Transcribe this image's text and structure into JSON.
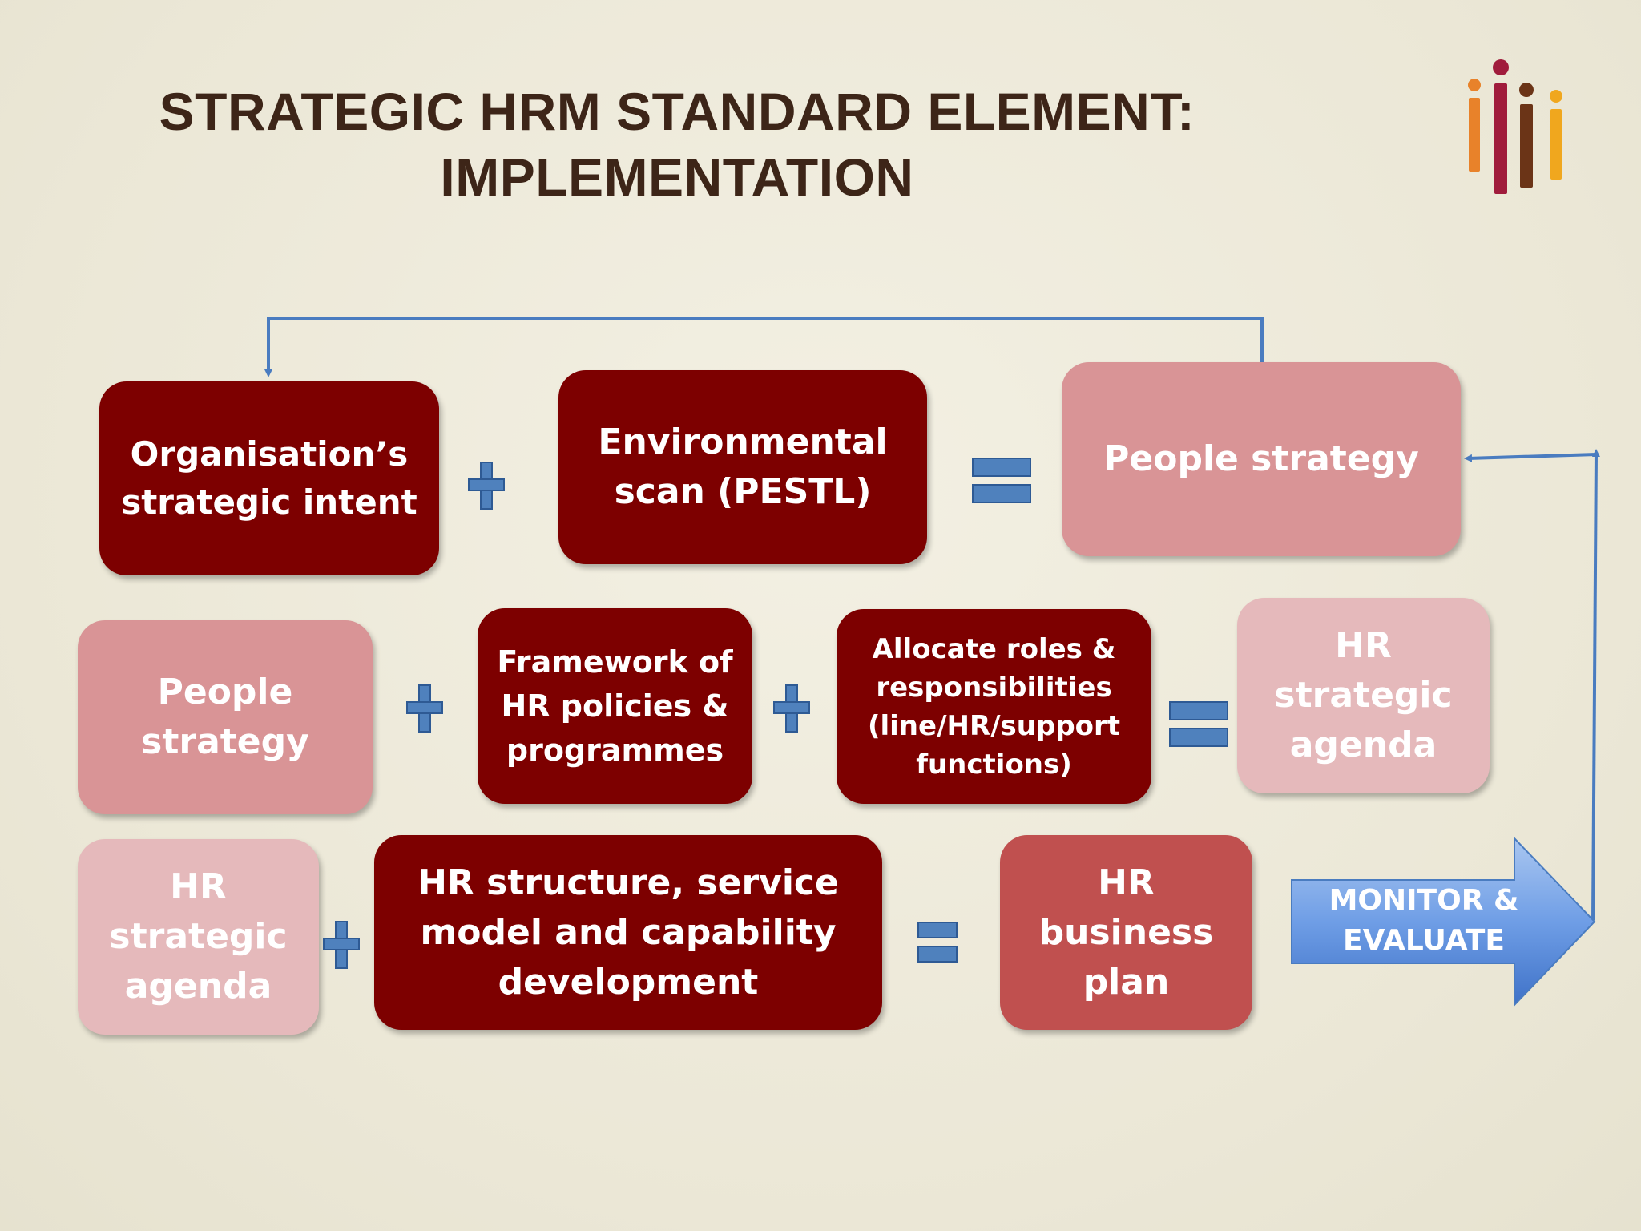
{
  "title": {
    "line1": "STRATEGIC HRM STANDARD ELEMENT:",
    "line2": "IMPLEMENTATION"
  },
  "logo": {
    "icon": "iiii-people-logo-icon",
    "colors": [
      "#e8822a",
      "#a01c3c",
      "#6b3417",
      "#f0a71e"
    ]
  },
  "rows": [
    {
      "boxes": [
        {
          "text": "Organisation’s\nstrategic intent"
        },
        {
          "text": "Environmental\nscan (PESTL)"
        },
        {
          "text": "People strategy"
        }
      ]
    },
    {
      "boxes": [
        {
          "text": "People\nstrategy"
        },
        {
          "text": "Framework of\nHR policies &\nprogrammes"
        },
        {
          "text": "Allocate roles &\nresponsibilities\n(line/HR/support\nfunctions)"
        },
        {
          "text": "HR\nstrategic\nagenda"
        }
      ]
    },
    {
      "boxes": [
        {
          "text": "HR\nstrategic\nagenda"
        },
        {
          "text": "HR structure, service\nmodel and capability\ndevelopment"
        },
        {
          "text": "HR\nbusiness\nplan"
        }
      ]
    }
  ],
  "monitor_arrow": {
    "label": "MONITOR &\nEVALUATE",
    "icon": "right-arrow-icon"
  },
  "operators": {
    "plus": "plus-icon",
    "equals": "equals-icon"
  },
  "colors": {
    "dark_red": "#7d0000",
    "pink": "#d99496",
    "light_pink": "#e5b9bb",
    "mid_red": "#c0504f",
    "operator_blue": "#4f81bd",
    "connector_blue": "#4a7cc0",
    "title": "#3d2518"
  }
}
